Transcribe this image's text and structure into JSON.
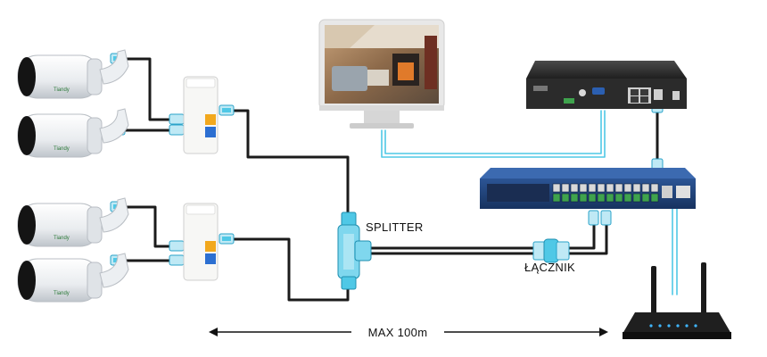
{
  "labels": {
    "splitter": "SPLITTER",
    "connector": "ŁĄCZNIK",
    "distance": "MAX 100m"
  },
  "camera_brand": "Tiandy",
  "colors": {
    "cable_dark": "#1b1b1b",
    "cable_blue": "#4fc8e6",
    "switch_body": "#1f3f7a",
    "port_green": "#3fa34d",
    "nvr_body": "#2b2b2b",
    "router_body": "#1a1a1a",
    "router_led": "#3fb6ff"
  }
}
